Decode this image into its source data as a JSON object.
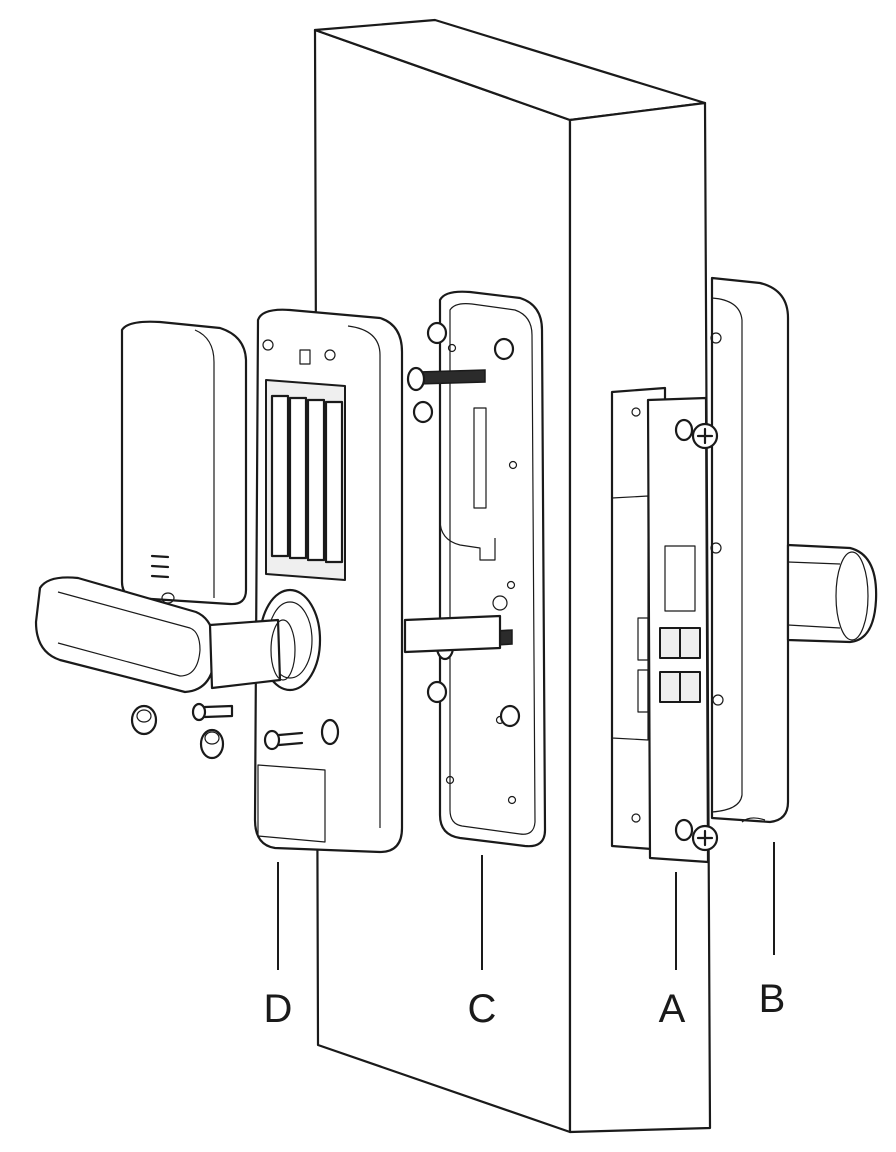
{
  "labels": {
    "A": "A",
    "B": "B",
    "C": "C",
    "D": "D"
  }
}
